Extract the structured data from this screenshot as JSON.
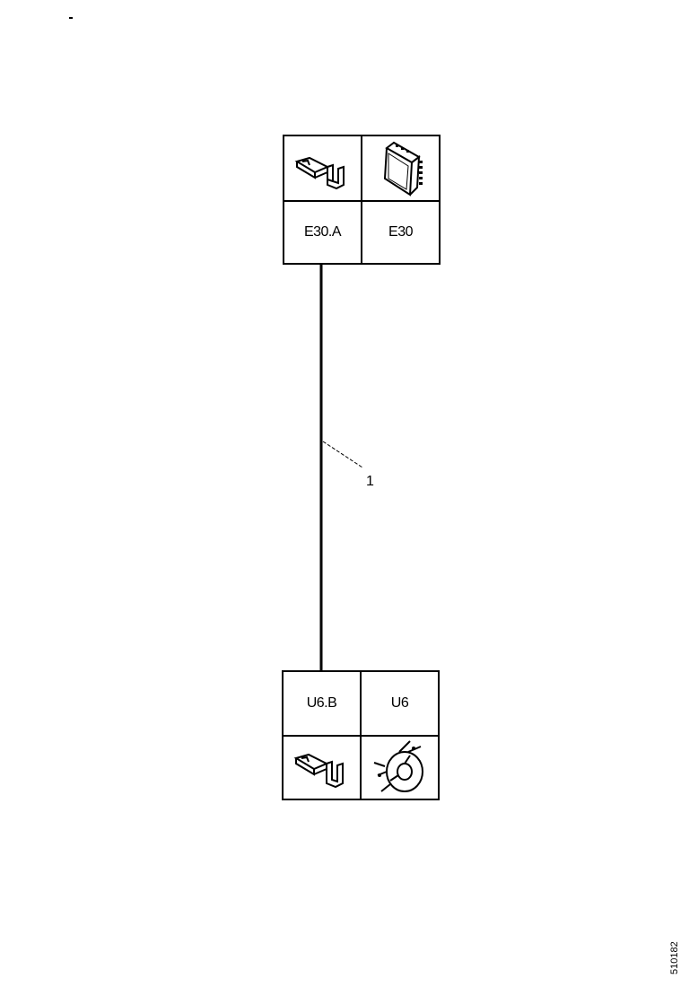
{
  "connectors": {
    "top": {
      "left_label": "E30.A",
      "right_label": "E30",
      "left_icon": "terminal-connector-icon",
      "right_icon": "control-module-icon"
    },
    "bottom": {
      "left_label": "U6.B",
      "right_label": "U6",
      "left_icon": "terminal-connector-icon",
      "right_icon": "fan-motor-icon"
    }
  },
  "wire": {
    "callout": "1"
  },
  "drawing_code": "510182",
  "colors": {
    "line": "#000000",
    "background": "#ffffff"
  }
}
